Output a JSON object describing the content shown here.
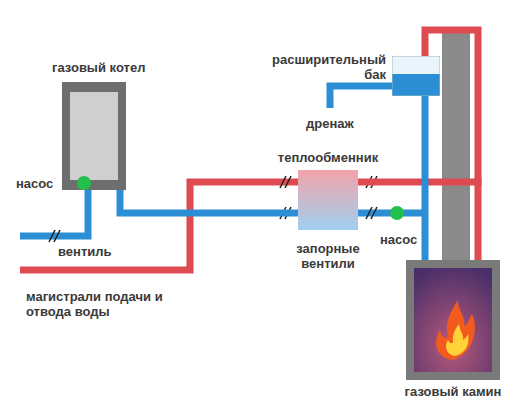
{
  "diagram": {
    "nodes": [
      {
        "text": [
          "газовый котел"
        ]
      },
      {
        "text": [
          "расширительный бак"
        ]
      },
      {
        "text": [
          "теплообменник"
        ]
      },
      {
        "text": [
          "газовый камин"
        ]
      }
    ],
    "edges": [
      {
        "from": 0,
        "to": 2,
        "arrow": "none"
      },
      {
        "from": 2,
        "to": 3,
        "arrow": "none"
      },
      {
        "from": 1,
        "to": 3,
        "arrow": "none"
      }
    ],
    "labels": [
      "насос",
      "вентиль",
      "магистрали подачи и отвода воды",
      "дренаж",
      "запорные вентили",
      "насос"
    ]
  }
}
